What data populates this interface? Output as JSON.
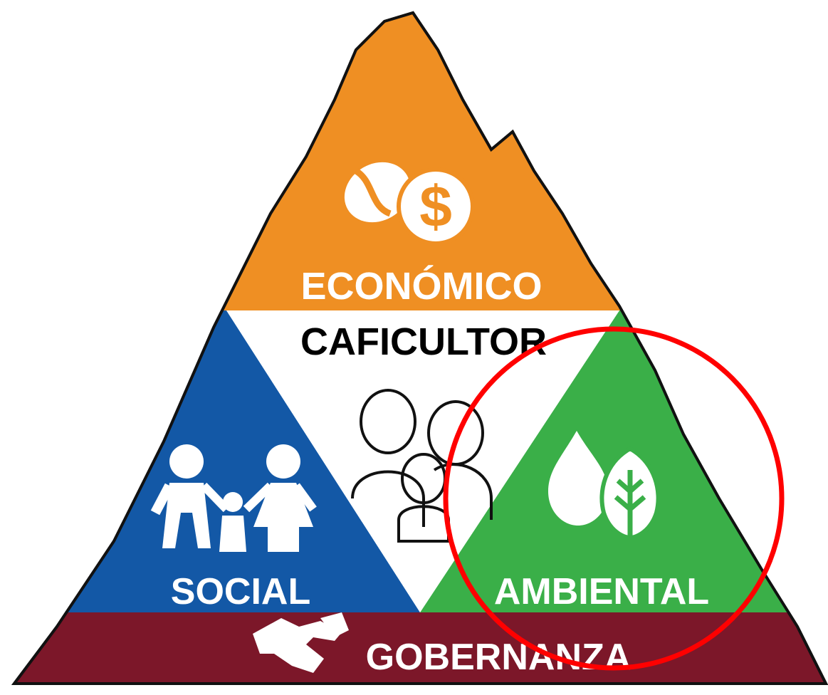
{
  "sections": {
    "economic": {
      "label": "ECONÓMICO",
      "color": "#EF8F23",
      "icon": "coffee-bean-dollar-icon"
    },
    "center": {
      "label": "CAFICULTOR",
      "color": "#FFFFFF",
      "icon": "family-outline-icon"
    },
    "social": {
      "label": "SOCIAL",
      "color": "#1358A6",
      "icon": "family-icon"
    },
    "environmental": {
      "label": "AMBIENTAL",
      "color": "#3AAF48",
      "icon": "water-drop-leaf-icon"
    },
    "governance": {
      "label": "GOBERNANZA",
      "color": "#7C1729",
      "icon": "handshake-icon"
    }
  },
  "highlight": {
    "color": "#FF0000",
    "target": "environmental"
  }
}
